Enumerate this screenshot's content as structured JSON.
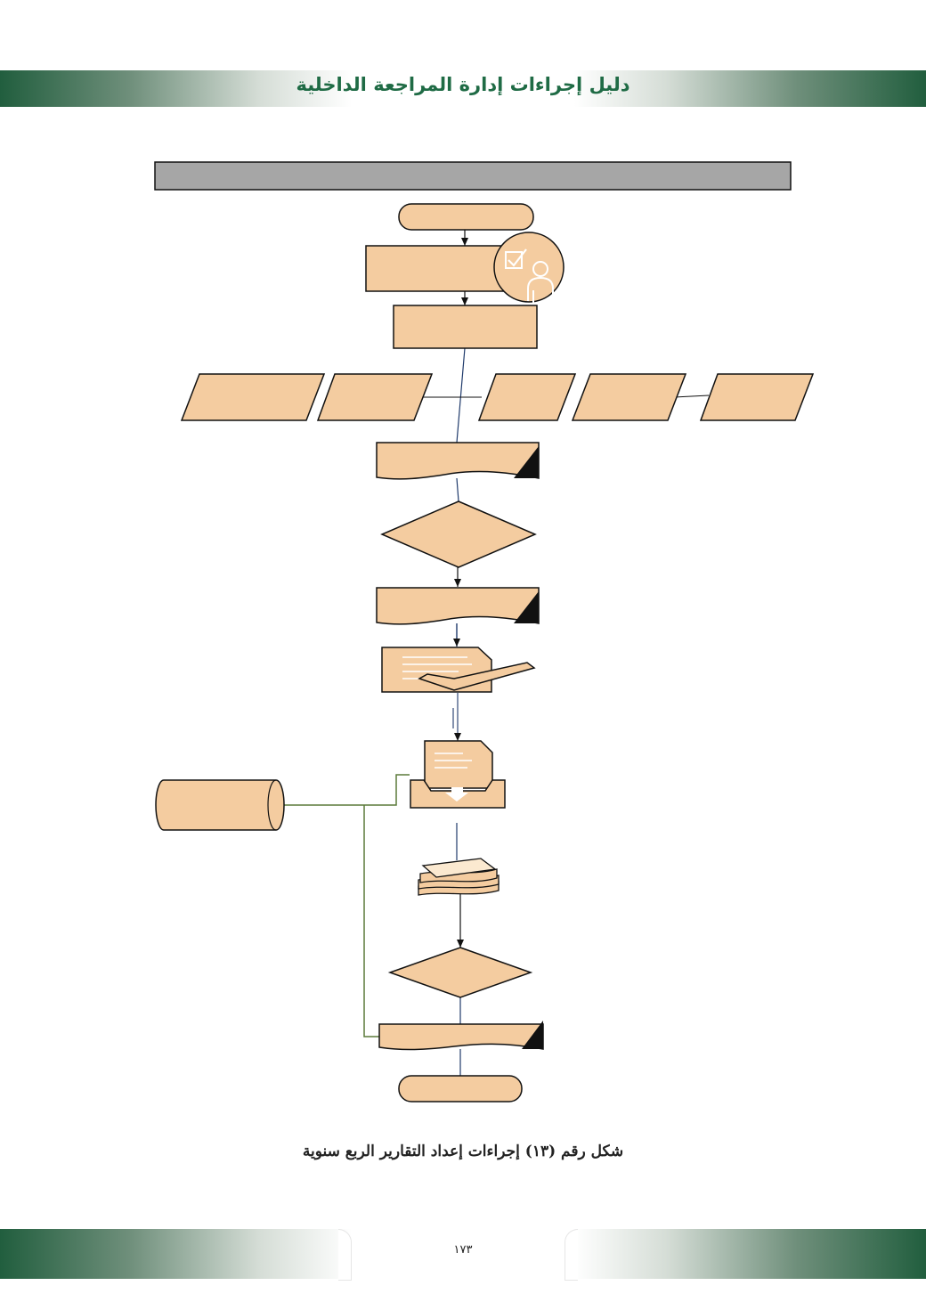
{
  "header": {
    "title": "دليل إجراءات إدارة المراجعة الداخلية"
  },
  "figure": {
    "caption": "شكل رقم (١٣) إجراءات إعداد التقارير الربع سنوية"
  },
  "footer": {
    "page_number": "١٧٣"
  },
  "colors": {
    "shape_fill": "#f4cca0",
    "header_bar": "#a6a6a6",
    "brand_green": "#215e3e",
    "flow_line": "#1f3a6b",
    "archive_line": "#5b7a3a"
  }
}
